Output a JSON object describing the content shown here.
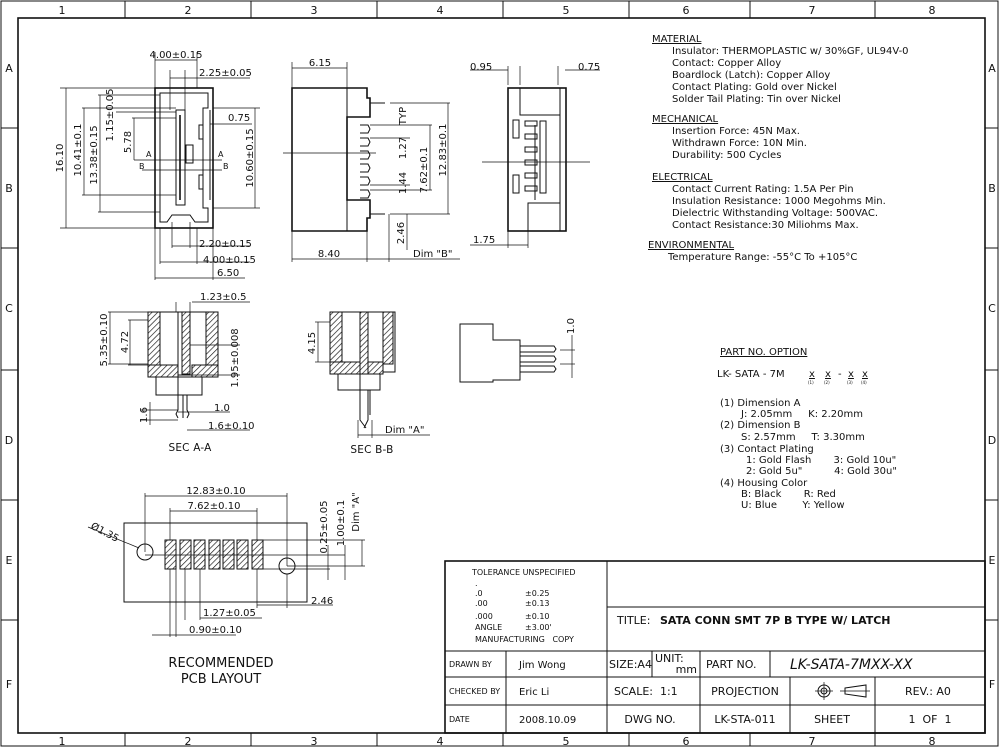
{
  "zones": {
    "columns": [
      "1",
      "2",
      "3",
      "4",
      "5",
      "6",
      "7",
      "8"
    ],
    "rows": [
      "A",
      "B",
      "C",
      "D",
      "E",
      "F"
    ]
  },
  "notes": {
    "material": {
      "heading": "MATERIAL",
      "lines": [
        "Insulator: THERMOPLASTIC w/ 30%GF, UL94V-0",
        "Contact: Copper Alloy",
        "Boardlock (Latch): Copper Alloy",
        "Contact Plating: Gold over Nickel",
        "Solder Tail Plating: Tin over Nickel"
      ]
    },
    "mechanical": {
      "heading": "MECHANICAL",
      "lines": [
        "Insertion Force: 45N Max.",
        "Withdrawn Force: 10N Min.",
        "Durability: 500 Cycles"
      ]
    },
    "electrical": {
      "heading": "ELECTRICAL",
      "lines": [
        "Contact Current Rating: 1.5A Per Pin",
        "Insulation Resistance: 1000 Megohms Min.",
        "Dielectric Withstanding Voltage: 500VAC.",
        "Contact Resistance:30 Miliohms Max."
      ]
    },
    "environmental": {
      "heading": "ENVIRONMENTAL",
      "lines": [
        "Temperature Range: -55°C To +105°C"
      ]
    }
  },
  "part_option": {
    "heading": "PART NO. OPTION",
    "code": "LK- SATA - 7M",
    "slots": [
      "x",
      "x",
      "x",
      "x"
    ],
    "slot_indices": [
      "(1)",
      "(2)",
      "(3)",
      "(4)"
    ],
    "dash": "-",
    "lines": [
      "(1) Dimension A",
      "J: 2.05mm     K: 2.20mm",
      "(2) Dimension B",
      "S: 2.57mm     T: 3.30mm",
      "(3) Contact Plating",
      "1: Gold Flash       3: Gold 10u\"",
      "2: Gold 5u\"          4: Gold 30u\"",
      "(4) Housing Color",
      "B: Black       R: Red",
      "U: Blue        Y: Yellow"
    ]
  },
  "dims": {
    "top_view": {
      "w400a": "4.00±0.15",
      "w225": "2.25±0.05",
      "w075": "0.75",
      "h1060": "10.60±0.15",
      "h1610": "16.10",
      "h1041": "10.41±0.1",
      "h1338": "13.38±0.15",
      "h115": "1.15±0.05",
      "h578": "5.78",
      "w220": "2.20±0.15",
      "w400b": "4.00±0.15",
      "w650": "6.50",
      "secA": "A",
      "secB": "B"
    },
    "side_view": {
      "w615": "6.15",
      "w840": "8.40",
      "dimB": "Dim \"B\"",
      "h246": "2.46",
      "h144": "1.44",
      "h127": "1.27",
      "typ": "TYP",
      "h762": "7.62±0.1",
      "h1283": "12.83±0.1"
    },
    "end_view": {
      "w095": "0.95",
      "w075": "0.75",
      "w175": "1.75"
    },
    "sec_aa": {
      "w123": "1.23±0.5",
      "h535": "5.35±0.10",
      "h472": "4.72",
      "h195": "1.95±0.008",
      "w10": "1.0",
      "w16b": "1.6±0.10",
      "h16": "1.6",
      "label": "SEC A-A"
    },
    "sec_bb": {
      "h415": "4.15",
      "dimA": "Dim \"A\"",
      "label": "SEC B-B"
    },
    "small_view": {
      "h10": "1.0"
    },
    "pcb": {
      "w1283": "12.83±0.10",
      "w762": "7.62±0.10",
      "dia": "Ø1.35",
      "h025": "0.25±0.05",
      "h100": "1.00±0.1",
      "dimA": "Dim \"A\"",
      "w246": "2.46",
      "w127": "1.27±0.05",
      "w090": "0.90±0.10",
      "label1": "RECOMMENDED",
      "label2": "PCB LAYOUT"
    }
  },
  "title_block": {
    "tolerance": {
      "heading": "TOLERANCE UNSPECIFIED",
      "rows": [
        {
          "k": ".",
          "v": ""
        },
        {
          "k": ".0",
          "v": "±0.25"
        },
        {
          "k": ".00",
          "v": "±0.13"
        },
        {
          "k": ".000",
          "v": "±0.10"
        },
        {
          "k": "ANGLE",
          "v": "±3.00'"
        }
      ],
      "footer": "MANUFACTURING   COPY"
    },
    "title_label": "TITLE:",
    "title": "SATA CONN SMT 7P B TYPE W/ LATCH",
    "drawn_by_label": "DRAWN BY",
    "drawn_by": "Jim Wong",
    "checked_by_label": "CHECKED BY",
    "checked_by": "Eric Li",
    "date_label": "DATE",
    "date": "2008.10.09",
    "size": "SIZE:A4",
    "unit_label": "UNIT:",
    "unit": "mm",
    "part_no_label": "PART NO.",
    "part_no": "LK-SATA-7MXX-XX",
    "scale": "SCALE:  1:1",
    "projection_label": "PROJECTION",
    "projection_icon": "first-angle-projection-icon",
    "rev": "REV.: A0",
    "dwg_no_label": "DWG NO.",
    "dwg_no": "LK-STA-011",
    "sheet_label": "SHEET",
    "sheet": "1  OF  1"
  }
}
